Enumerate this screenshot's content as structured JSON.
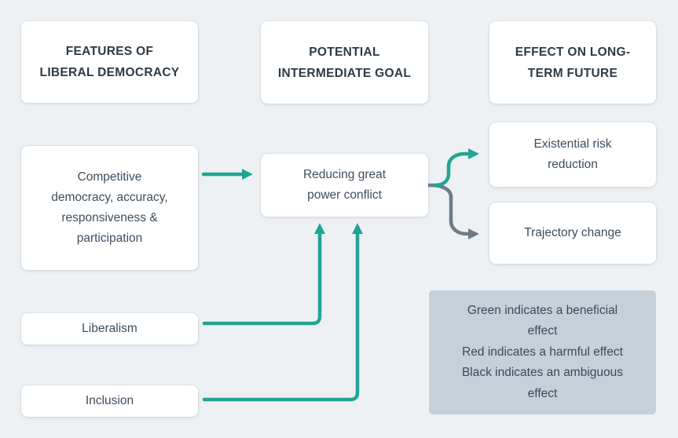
{
  "diagram_title": "",
  "headers": [
    {
      "id": "features",
      "label": "FEATURES OF\nLIBERAL DEMOCRACY"
    },
    {
      "id": "goal",
      "label": "POTENTIAL\nINTERMEDIATE GOAL"
    },
    {
      "id": "effect",
      "label": "EFFECT ON LONG-\nTERM FUTURE"
    }
  ],
  "nodes": [
    {
      "id": "competitive-democracy",
      "label": "Competitive\ndemocracy, accuracy,\nresponsiveness &\nparticipation"
    },
    {
      "id": "liberalism",
      "label": "Liberalism"
    },
    {
      "id": "inclusion",
      "label": "Inclusion"
    },
    {
      "id": "reducing-great-power-conflict",
      "label": "Reducing great\npower conflict"
    },
    {
      "id": "existential-risk-reduction",
      "label": "Existential risk\nreduction"
    },
    {
      "id": "trajectory-change",
      "label": "Trajectory change"
    }
  ],
  "edges": [
    {
      "from": "competitive-democracy",
      "to": "reducing-great-power-conflict",
      "meaning": "beneficial",
      "color": "#22a492"
    },
    {
      "from": "liberalism",
      "to": "reducing-great-power-conflict",
      "meaning": "beneficial",
      "color": "#22a492"
    },
    {
      "from": "inclusion",
      "to": "reducing-great-power-conflict",
      "meaning": "beneficial",
      "color": "#22a492"
    },
    {
      "from": "reducing-great-power-conflict",
      "to": "existential-risk-reduction",
      "meaning": "beneficial",
      "color": "#22a492"
    },
    {
      "from": "reducing-great-power-conflict",
      "to": "trajectory-change",
      "meaning": "ambiguous",
      "color": "#6d7b88"
    }
  ],
  "legend": {
    "lines": [
      "Green indicates a beneficial\neffect",
      "Red indicates a harmful effect",
      "Black indicates an ambiguous\neffect"
    ]
  },
  "colors": {
    "background": "#edf1f4",
    "node_bg": "#ffffff",
    "legend_bg": "#c6d0d9",
    "beneficial": "#22a492",
    "ambiguous": "#6d7b88",
    "heading_text": "#2d3a47",
    "body_text": "#3e4d5c"
  }
}
